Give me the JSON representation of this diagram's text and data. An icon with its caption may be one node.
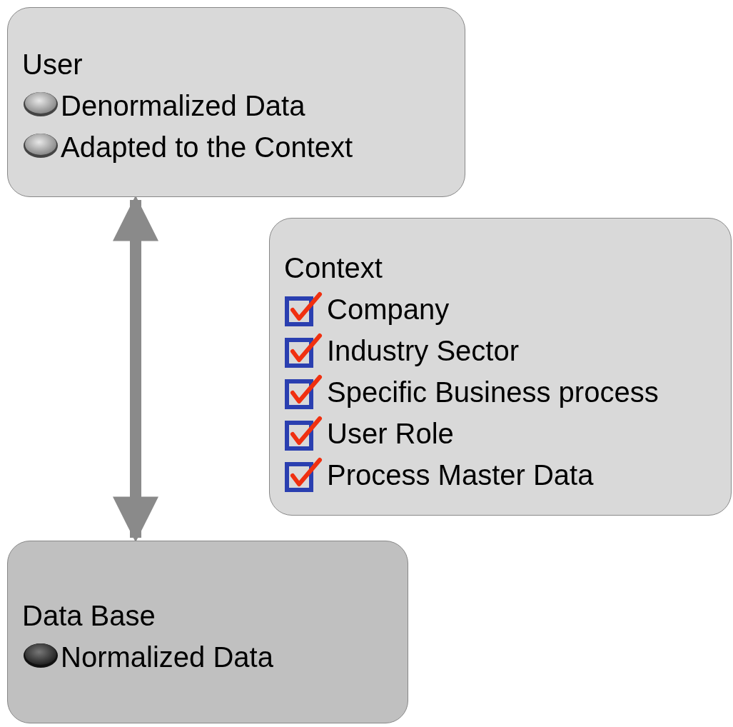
{
  "diagram": {
    "nodes": [
      {
        "text": [
          "User",
          "Denormalized Data",
          "Adapted to the Context"
        ]
      },
      {
        "text": [
          "Context",
          "Company",
          "Industry Sector",
          "Specific Business process",
          "User Role",
          "Process Master Data"
        ]
      },
      {
        "text": [
          "Data Base",
          "Normalized Data"
        ]
      }
    ],
    "edges": [
      {
        "from": 2,
        "to": 0,
        "arrow": "both"
      }
    ]
  }
}
